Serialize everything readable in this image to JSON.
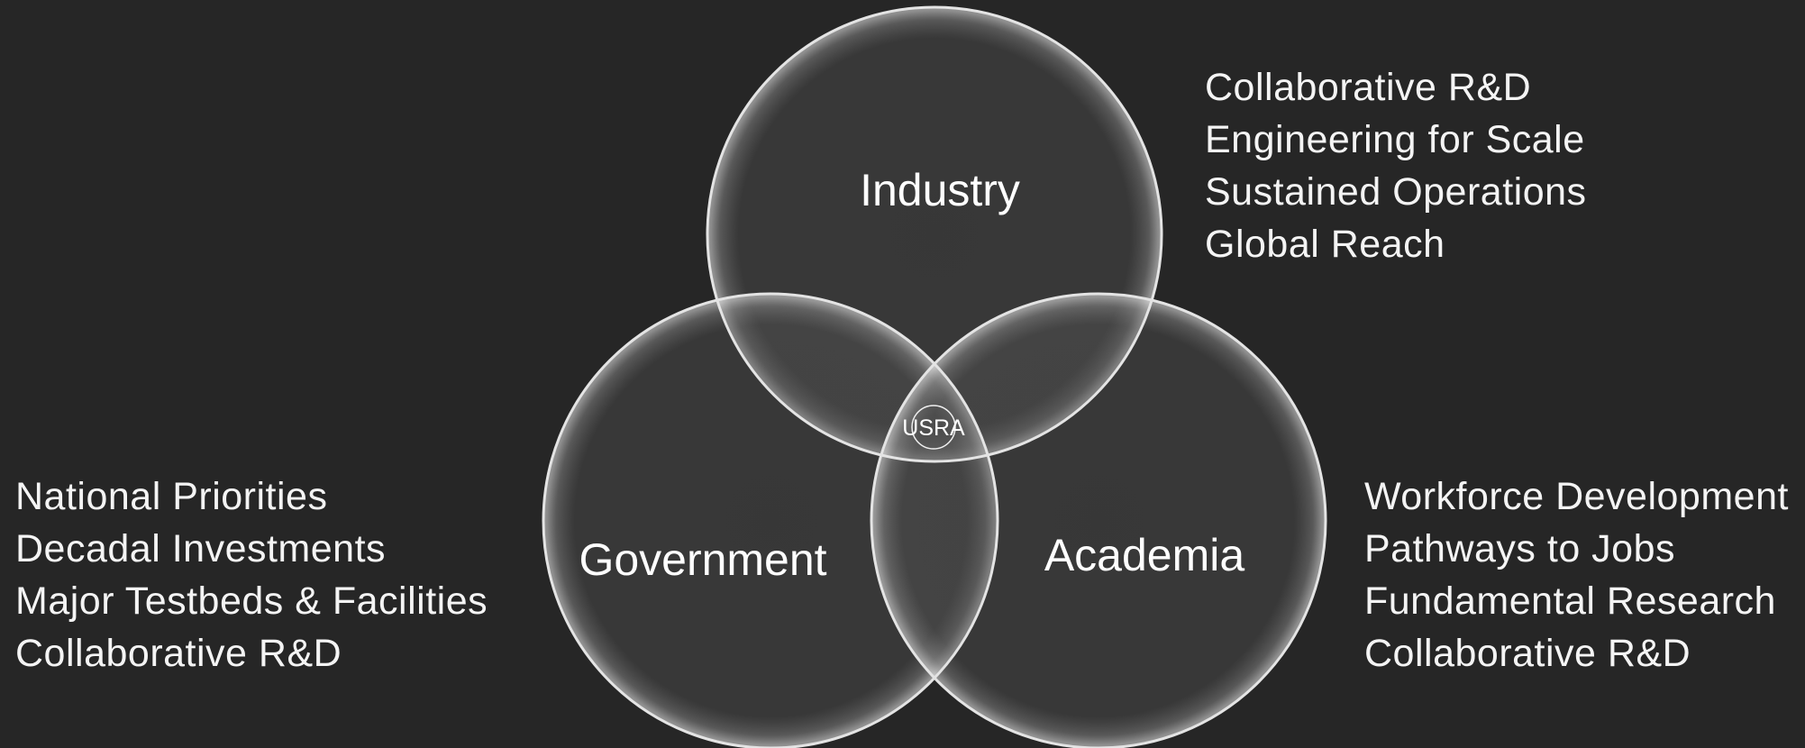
{
  "diagram": {
    "circles": [
      {
        "id": "industry",
        "label": "Industry"
      },
      {
        "id": "government",
        "label": "Government"
      },
      {
        "id": "academia",
        "label": "Academia"
      }
    ],
    "center_logo": "USRA"
  },
  "lists": {
    "industry": [
      "Collaborative R&D",
      "Engineering for Scale",
      "Sustained Operations",
      "Global Reach"
    ],
    "government": [
      "National Priorities",
      "Decadal Investments",
      "Major Testbeds & Facilities",
      "Collaborative R&D"
    ],
    "academia": [
      "Workforce Development",
      "Pathways to Jobs",
      "Fundamental Research",
      "Collaborative R&D"
    ]
  },
  "colors": {
    "background": "#262626",
    "circle_fill": "#3a3a3a",
    "circle_rim": "#e6e6e6",
    "text": "#ffffff"
  }
}
